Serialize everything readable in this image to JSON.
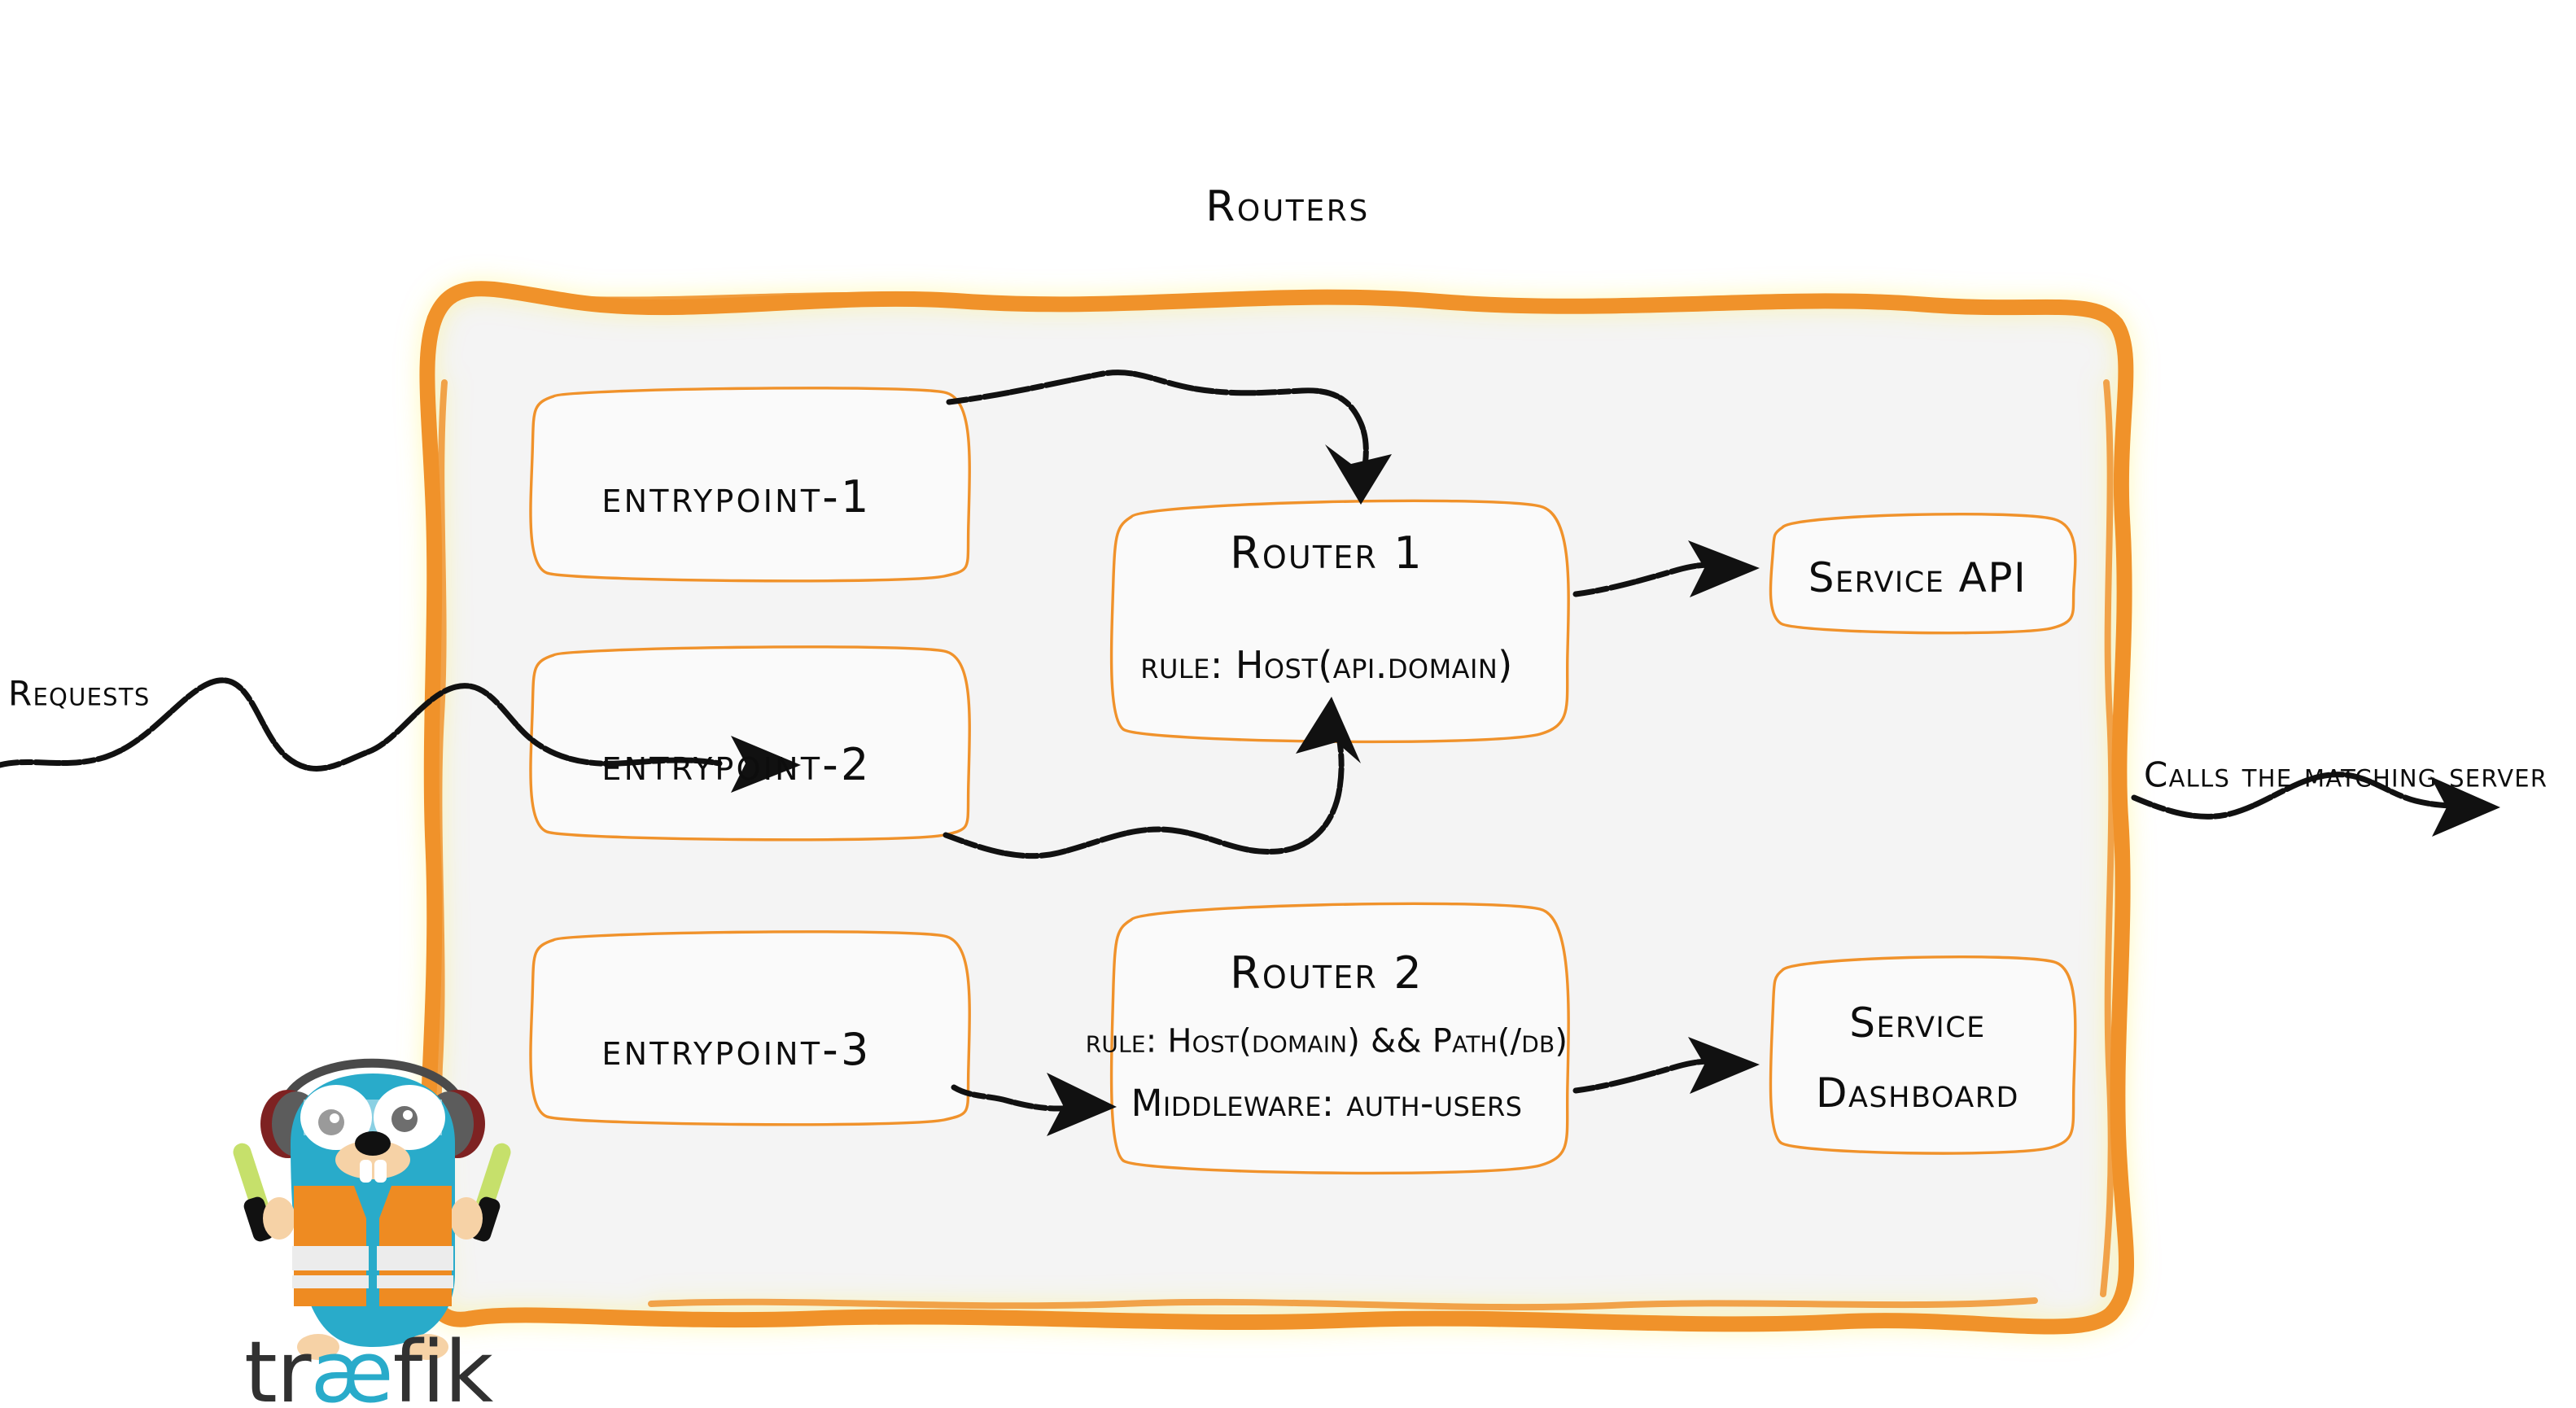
{
  "diagram": {
    "title": "Routers",
    "theme": {
      "accent_orange": "#EE8B22",
      "border_orange": "#F0922B",
      "panel_fill": "#F4F4F4",
      "ink_black": "#0D0D0D",
      "logo_cyan": "#29ABCA",
      "logo_dark": "#313131"
    }
  },
  "entrypoints": [
    {
      "label": "entrypoint-1"
    },
    {
      "label": "entrypoint-2"
    },
    {
      "label": "entrypoint-3"
    }
  ],
  "routers": [
    {
      "title": "Router 1",
      "rule": "rule: Host(api.domain)"
    },
    {
      "title": "Router 2",
      "rule": "rule: Host(domain) && Path(/db)",
      "middleware": "Middleware: auth-users"
    }
  ],
  "services": [
    {
      "label": "Service API"
    },
    {
      "line1": "Service",
      "line2": "Dashboard"
    }
  ],
  "side_labels": {
    "requests": "Requests",
    "calls": "Calls the matching server"
  },
  "logo": {
    "wordmark_part1": "tr",
    "wordmark_part2": "æ",
    "wordmark_part3": "fik"
  }
}
